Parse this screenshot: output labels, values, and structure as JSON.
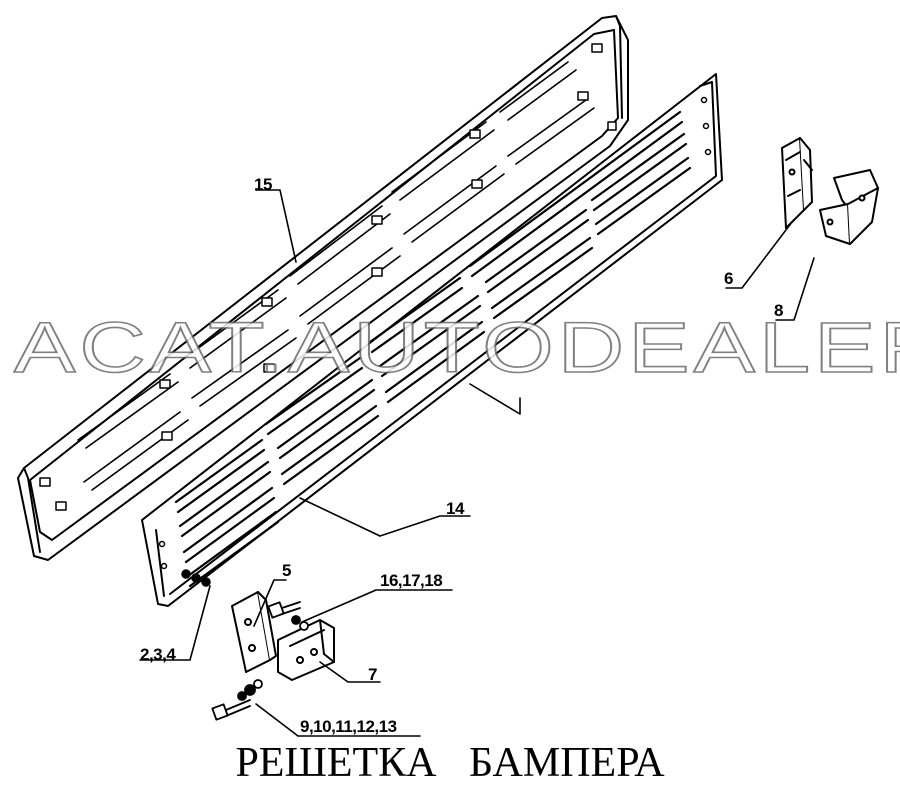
{
  "callouts": {
    "c15": "15",
    "c6": "6",
    "c8": "8",
    "c14": "14",
    "c5": "5",
    "c16_18": "16,17,18",
    "c2_4": "2,3,4",
    "c7": "7",
    "c9_13": "9,10,11,12,13"
  },
  "watermark": "ACAT.AUTODEALER.RU",
  "caption": "РЕШЕТКА БАМПЕРА"
}
